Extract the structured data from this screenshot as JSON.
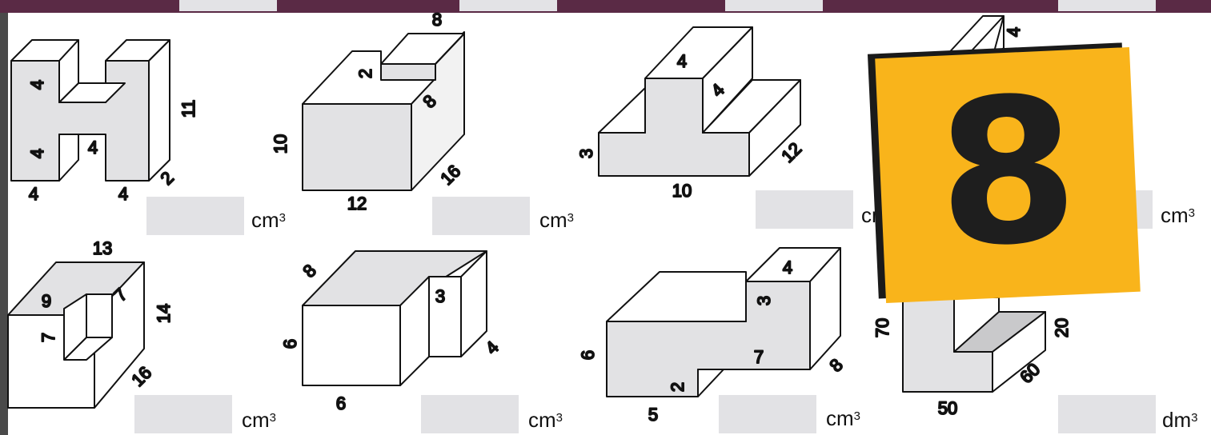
{
  "figures": {
    "h_shape": {
      "labels": [
        "4",
        "4",
        "4",
        "11",
        "4",
        "4",
        "2"
      ],
      "unit": "cm"
    },
    "step_box": {
      "labels": [
        "8",
        "2",
        "8",
        "10",
        "16",
        "12"
      ],
      "unit": "cm"
    },
    "t_shape": {
      "labels": [
        "4",
        "4",
        "3",
        "12",
        "10"
      ],
      "unit": "cm"
    },
    "tall_block": {
      "labels": [
        "4"
      ],
      "unit": "cm"
    },
    "notch_box": {
      "labels": [
        "13",
        "9",
        "7",
        "7",
        "14",
        "16"
      ],
      "unit": "cm"
    },
    "two_blocks": {
      "labels": [
        "8",
        "3",
        "6",
        "4",
        "6"
      ],
      "unit": "cm"
    },
    "stair_shape": {
      "labels": [
        "4",
        "3",
        "6",
        "7",
        "2",
        "8",
        "5"
      ],
      "unit": "cm"
    },
    "l_shape": {
      "labels": [
        "70",
        "20",
        "60",
        "50"
      ],
      "unit": "dm"
    }
  },
  "unit_exponent": "3",
  "badge_number": "8"
}
